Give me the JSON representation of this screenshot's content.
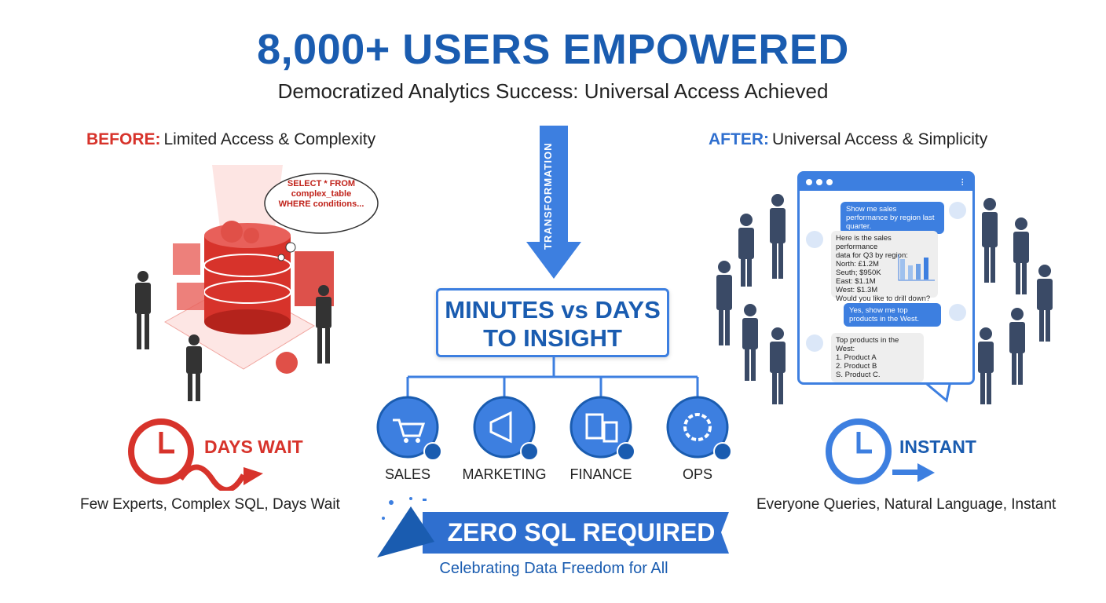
{
  "header": {
    "title": "8,000+ USERS EMPOWERED",
    "subtitle": "Democratized Analytics Success: Universal Access Achieved"
  },
  "before": {
    "label": "BEFORE:",
    "text": "Limited Access & Complexity",
    "sql_thought": [
      "SELECT * FROM",
      "complex_table",
      "WHERE conditions..."
    ],
    "clock_label": "DAYS WAIT",
    "caption": "Few Experts, Complex SQL, Days Wait"
  },
  "after": {
    "label": "AFTER:",
    "text": "Universal Access & Simplicity",
    "clock_label": "INSTANT",
    "caption": "Everyone Queries, Natural Language, Instant",
    "chat": {
      "messages": [
        {
          "from": "user",
          "text": "Show me sales performance by region last quarter."
        },
        {
          "from": "bot",
          "lines": [
            "Here is the sales performance",
            "data for Q3 by region:",
            "North: £1.2M",
            "Seuth; $950K",
            "East: $1.1M",
            "West: $1.3M",
            "Would you like to drill down?"
          ]
        },
        {
          "from": "user",
          "text": "Yes, show me top products in the West."
        },
        {
          "from": "bot",
          "lines": [
            "Top products in the West:",
            "1. Product A",
            "2. Product B",
            "S. Product C."
          ]
        }
      ]
    }
  },
  "center": {
    "arrow_label": "TRANSFORMATION",
    "box_lines": [
      "MINUTES vs DAYS",
      "TO INSIGHT"
    ],
    "departments": [
      {
        "label": "SALES",
        "icon": "cart-icon"
      },
      {
        "label": "MARKETING",
        "icon": "megaphone-icon"
      },
      {
        "label": "FINANCE",
        "icon": "coins-calculator-icon"
      },
      {
        "label": "OPS",
        "icon": "gear-wrench-icon"
      }
    ],
    "banner": "ZERO SQL REQUIRED",
    "banner_sub": "Celebrating Data Freedom for All"
  },
  "colors": {
    "blue": "#3d7fe0",
    "dark_blue": "#1a5cb0",
    "red": "#d7332b"
  }
}
